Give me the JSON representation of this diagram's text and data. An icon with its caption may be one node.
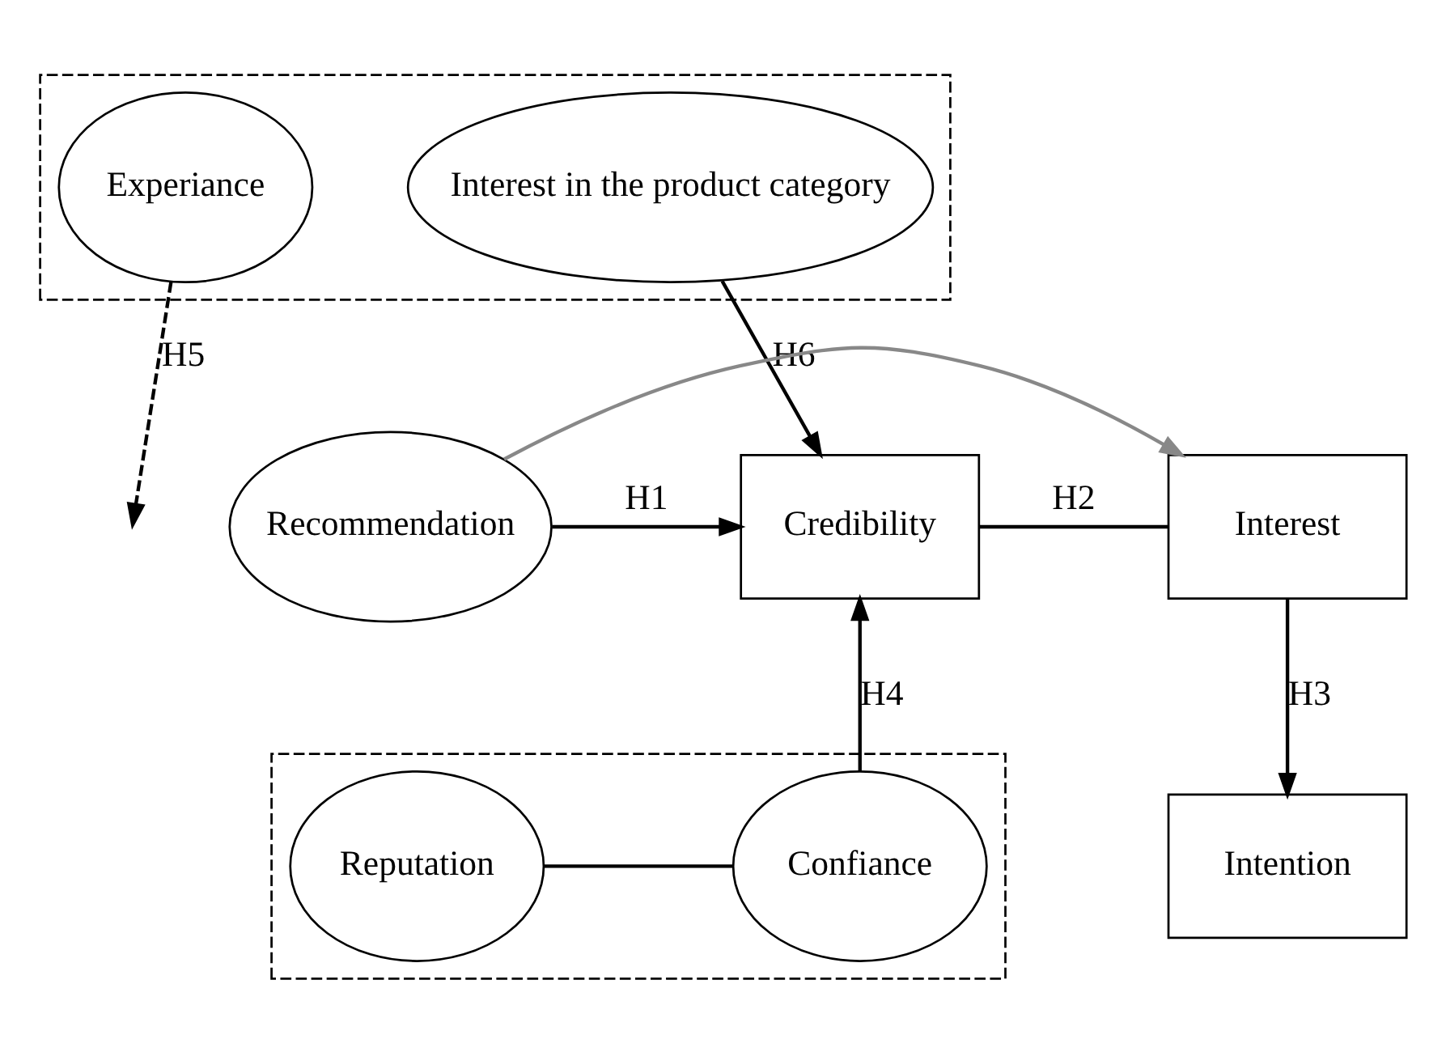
{
  "diagram": {
    "nodes": [
      {
        "text": [],
        "shape": "box"
      },
      {
        "text": [
          "Experiance"
        ],
        "in": 0
      },
      {
        "text": [
          "Interest in the product category"
        ],
        "in": 0
      },
      {
        "text": [
          "Recommendation"
        ]
      },
      {
        "text": [
          "Credibility"
        ]
      },
      {
        "text": [
          "Interest"
        ]
      },
      {
        "text": [],
        "shape": "box"
      },
      {
        "text": [
          "Reputation"
        ],
        "in": 6
      },
      {
        "text": [
          "Confiance"
        ],
        "in": 6
      },
      {
        "text": [
          "Intention"
        ]
      }
    ],
    "edges": [
      {
        "from": 1,
        "to": null,
        "arrow": "to",
        "label": "H5",
        "style": "dashed"
      },
      {
        "from": 2,
        "to": 4,
        "arrow": "to",
        "label": "H6"
      },
      {
        "from": 3,
        "to": 4,
        "arrow": "to",
        "label": "H1"
      },
      {
        "from": 3,
        "to": 5,
        "arrow": "to",
        "color": "#888888"
      },
      {
        "from": 4,
        "to": 5,
        "arrow": "none",
        "label": "H2"
      },
      {
        "from": 8,
        "to": 4,
        "arrow": "to",
        "label": "H4"
      },
      {
        "from": 5,
        "to": 9,
        "arrow": "to",
        "label": "H3"
      },
      {
        "from": 7,
        "to": 8,
        "arrow": "none"
      }
    ]
  }
}
